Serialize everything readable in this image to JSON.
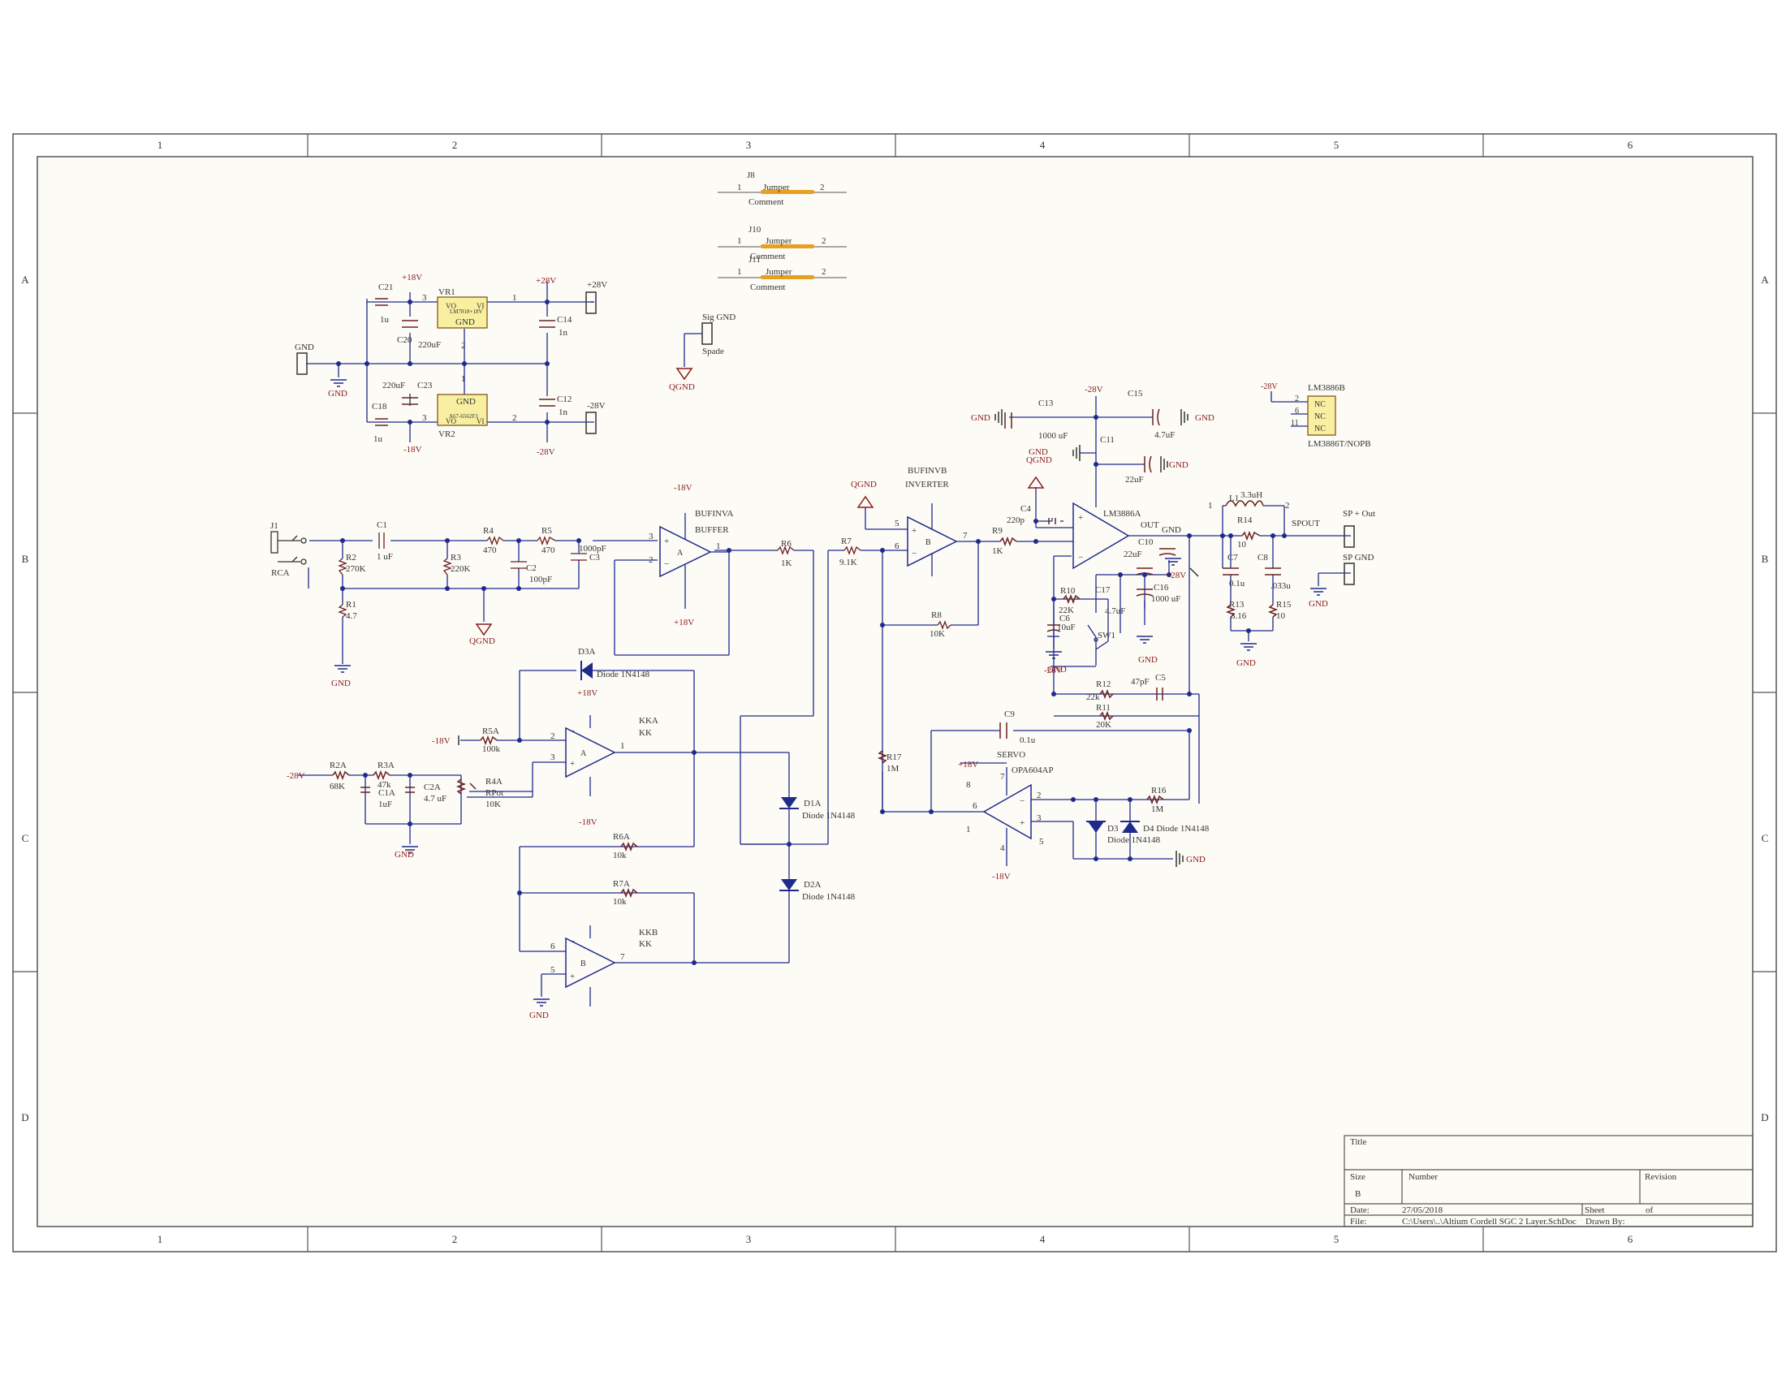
{
  "colors": {
    "wire": "#1f2a8c",
    "label": "#1f2a8c",
    "part": "#6b2020",
    "power": "#8b1a1a",
    "ic_fill": "#f8f0a0",
    "ic_stroke": "#7a4a10",
    "jumper": "#e8a020",
    "frame": "#555555",
    "paper": "#fcfbf6"
  },
  "frame": {
    "cols": [
      "1",
      "2",
      "3",
      "4",
      "5",
      "6"
    ],
    "rows": [
      "A",
      "B",
      "C",
      "D"
    ]
  },
  "title_block": {
    "title_label": "Title",
    "size_label": "Size",
    "size_value": "B",
    "number_label": "Number",
    "revision_label": "Revision",
    "date_label": "Date:",
    "date_value": "27/05/2018",
    "sheet_label": "Sheet",
    "of_label": "of",
    "file_label": "File:",
    "file_value": "C:\\Users\\..\\Altium Cordell SGC 2 Layer.SchDoc",
    "drawn_label": "Drawn By:"
  },
  "jumpers": [
    {
      "ref": "J8",
      "pin1": "1",
      "name": "Jumper",
      "pin2": "2",
      "comment": "Comment"
    },
    {
      "ref": "J10",
      "pin1": "1",
      "name": "Jumper",
      "pin2": "2",
      "comment": "Comment"
    },
    {
      "ref": "J11",
      "pin1": "1",
      "name": "Jumper",
      "pin2": "2",
      "comment": "Comment"
    }
  ],
  "sig_gnd": {
    "name": "Sig GND",
    "part": "Spade",
    "net": "QGND"
  },
  "psu": {
    "vr1": {
      "ref": "VR1",
      "part": "LM7818+18V",
      "vo": "VO",
      "vi": "VI",
      "gnd": "GND"
    },
    "vr2": {
      "ref": "VR2",
      "part": "A67-6562F3",
      "vo": "VO",
      "vi": "VI",
      "gnd": "GND"
    },
    "c21": {
      "ref": "C21",
      "val": "1u"
    },
    "c20": {
      "ref": "C20",
      "val": "220uF"
    },
    "c14": {
      "ref": "C14",
      "val": "1n"
    },
    "c23": {
      "ref": "C23",
      "val": "220uF"
    },
    "c18": {
      "ref": "C18",
      "val": "1u"
    },
    "c12": {
      "ref": "C12",
      "val": "1n"
    },
    "p18": "+18V",
    "p28": "+28V",
    "n18": "-18V",
    "n28": "-28V",
    "conn_p28": "+28V",
    "conn_n28": "-28V",
    "gnd": "GND",
    "conn_gnd": "GND",
    "pins": [
      "3",
      "1",
      "2",
      "1",
      "3",
      "2"
    ]
  },
  "input": {
    "j1": "J1",
    "rca": "RCA",
    "c1": {
      "ref": "C1",
      "val": "1 uF"
    },
    "r2": {
      "ref": "R2",
      "val": "270K"
    },
    "r1": {
      "ref": "R1",
      "val": "4.7"
    },
    "r3": {
      "ref": "R3",
      "val": "220K"
    },
    "r4": {
      "ref": "R4",
      "val": "470"
    },
    "r5": {
      "ref": "R5",
      "val": "470"
    },
    "c2": {
      "ref": "C2",
      "val": "100pF"
    },
    "c3": {
      "ref": "C3",
      "val": "1000pF"
    },
    "gnd": "GND",
    "qgnd": "QGND"
  },
  "buffer": {
    "name": "BUFINVA",
    "sub": "BUFFER",
    "neg": "-18V",
    "pos": "+18V",
    "r6": {
      "ref": "R6",
      "val": "1K"
    }
  },
  "inverter": {
    "name": "BUFINVB",
    "sub": "INVERTER",
    "r7": {
      "ref": "R7",
      "val": "9.1K"
    },
    "r8": {
      "ref": "R8",
      "val": "10K"
    },
    "qgnd": "QGND"
  },
  "power_amp": {
    "ref": "LM3886A",
    "out": "OUT",
    "gnd": "GND",
    "r9": {
      "ref": "R9",
      "val": "1K"
    },
    "c4": {
      "ref": "C4",
      "val": "220p"
    },
    "c13": {
      "ref": "C13",
      "val": "1000 uF"
    },
    "c15": {
      "ref": "C15",
      "val": "4.7uF"
    },
    "c11": {
      "ref": "C11",
      "val": "22uF"
    },
    "c10": {
      "ref": "C10",
      "val": "22uF"
    },
    "c16": {
      "ref": "C16",
      "val": "1000 uF"
    },
    "c17": {
      "ref": "C17",
      "val": "4.7uF"
    },
    "r10": {
      "ref": "R10",
      "val": "22K"
    },
    "c6": {
      "ref": "C6",
      "val": "10uF"
    },
    "sw1": "SW1",
    "r12": {
      "ref": "R12",
      "val": "22k"
    },
    "c5": {
      "ref": "C5",
      "val": "47pF"
    },
    "r11": {
      "ref": "R11",
      "val": "20K"
    },
    "n28": "-28V",
    "p28": "+28V",
    "qgnd": "QGND"
  },
  "lm3886b": {
    "ref": "LM3886B",
    "part": "LM3886T/NOPB",
    "net": "-28V",
    "pins": [
      "2",
      "6",
      "11"
    ],
    "nc": "NC"
  },
  "output": {
    "l1": {
      "ref": "L1",
      "val": "3.3uH"
    },
    "r14": {
      "ref": "R14",
      "val": "10"
    },
    "c7": {
      "ref": "C7",
      "val": "0.1u"
    },
    "c8": {
      "ref": "C8",
      "val": ".033u"
    },
    "r13": {
      "ref": "R13",
      "val": "3.16"
    },
    "r15": {
      "ref": "R15",
      "val": "10"
    },
    "spout": "SPOUT",
    "sp_plus": "SP + Out",
    "sp_gnd": "SP GND",
    "gnd": "GND"
  },
  "servo": {
    "name": "SERVO",
    "part": "OPA604AP",
    "c9": {
      "ref": "C9",
      "val": "0.1u"
    },
    "r17": {
      "ref": "R17",
      "val": "1M"
    },
    "r16": {
      "ref": "R16",
      "val": "1M"
    },
    "d3": "D3",
    "d4": "D4 Diode 1N4148",
    "d3_part": "Diode 1N4148",
    "pos": "+18V",
    "neg": "-18V",
    "gnd": "GND"
  },
  "limiter": {
    "d3a": {
      "ref": "D3A",
      "part": "Diode 1N4148"
    },
    "r5a": {
      "ref": "R5A",
      "val": "100k"
    },
    "kka": {
      "name": "KKA",
      "sub": "KK"
    },
    "kkb": {
      "name": "KKB",
      "sub": "KK"
    },
    "r4a": {
      "ref": "R4A",
      "part": "RPot",
      "val": "10K"
    },
    "r2a": {
      "ref": "R2A",
      "val": "68K"
    },
    "r3a": {
      "ref": "R3A",
      "val": "47k"
    },
    "c1a": {
      "ref": "C1A",
      "val": "1uF"
    },
    "c2a": {
      "ref": "C2A",
      "val": "4.7 uF"
    },
    "r6a": {
      "ref": "R6A",
      "val": "10k"
    },
    "r7a": {
      "ref": "R7A",
      "val": "10k"
    },
    "d1a": {
      "ref": "D1A",
      "part": "Diode 1N4148"
    },
    "d2a": {
      "ref": "D2A",
      "part": "Diode 1N4148"
    },
    "n18": "-18V",
    "p18": "+18V",
    "n28": "-28V",
    "gnd": "GND"
  }
}
